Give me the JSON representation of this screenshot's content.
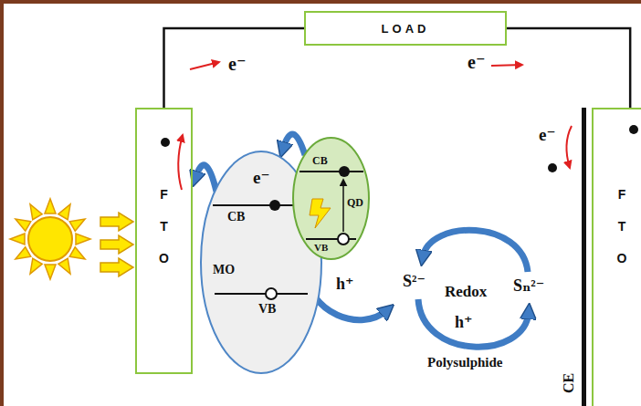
{
  "diagram": {
    "nodes": [
      {
        "text": [
          "LOAD"
        ]
      },
      {
        "text": [
          "FTO"
        ]
      },
      {
        "text": [
          "e⁻",
          "CB",
          "MO",
          "VB"
        ]
      },
      {
        "text": [
          "CB",
          "QD",
          "VB"
        ]
      },
      {
        "text": [
          "FTO"
        ]
      }
    ],
    "edges": [
      {
        "from": 1,
        "to": 0,
        "arrow": "none"
      },
      {
        "from": 0,
        "to": 4,
        "arrow": "none"
      },
      {
        "from": 2,
        "to": 1,
        "arrow": "to"
      },
      {
        "from": 3,
        "to": 2,
        "arrow": "to"
      }
    ],
    "labels": [
      "e⁻",
      "e⁻",
      "h⁺",
      "S²⁻",
      "Redox",
      "Sₙ²⁻",
      "h⁺",
      "Polysulphide",
      "e⁻",
      "CE"
    ]
  }
}
